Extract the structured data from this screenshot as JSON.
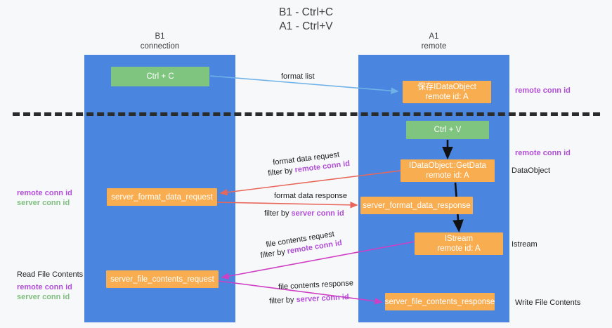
{
  "title": "B1 - Ctrl+C\nA1 - Ctrl+V",
  "lanes": [
    {
      "id": "b1",
      "name": "B1",
      "subtitle": "connection",
      "header": "B1\nconnection",
      "color": "#4a86e0"
    },
    {
      "id": "a1",
      "name": "A1",
      "subtitle": "remote",
      "header": "A1\nremote",
      "color": "#4a86e0"
    }
  ],
  "nodes": {
    "ctrl_c": "Ctrl + C",
    "save_idataobject": "保存IDataObject\nremote id: A",
    "ctrl_v": "Ctrl + V",
    "getdata": "IDataObject::GetData\nremote id: A",
    "server_format_data_request": "server_format_data_request",
    "server_format_data_response": "server_format_data_response",
    "istream": "IStream\nremote id: A",
    "server_file_contents_request": "server_file_contents_request",
    "server_file_contents_response": "server_file_contents_response"
  },
  "edge_labels": {
    "format_list": "format list",
    "format_data_request": "format data request",
    "filter_by_prefix": "filter by ",
    "remote_conn_id": "remote conn id",
    "server_conn_id": "server conn id",
    "format_data_response": "format data response",
    "file_contents_request": "file contents request",
    "file_contents_response": "file contents response"
  },
  "side_labels": {
    "remote_conn_id": "remote conn id",
    "server_conn_id": "server conn id",
    "dataobject": "DataObject",
    "istream": "Istream",
    "read_file_contents": "Read File Contents",
    "write_file_contents": "Write File Contents"
  },
  "colors": {
    "lane": "#4a86e0",
    "green_node": "#7fc47f",
    "orange_node": "#f9ad51",
    "purple_text": "#b24fd8",
    "green_text": "#7fbe7f",
    "blue_arrow": "#6fb2e8",
    "red_arrow": "#e8665a",
    "magenta_arrow": "#cf3fc4",
    "black_arrow": "#111111",
    "separator": "#2b2b2b"
  }
}
